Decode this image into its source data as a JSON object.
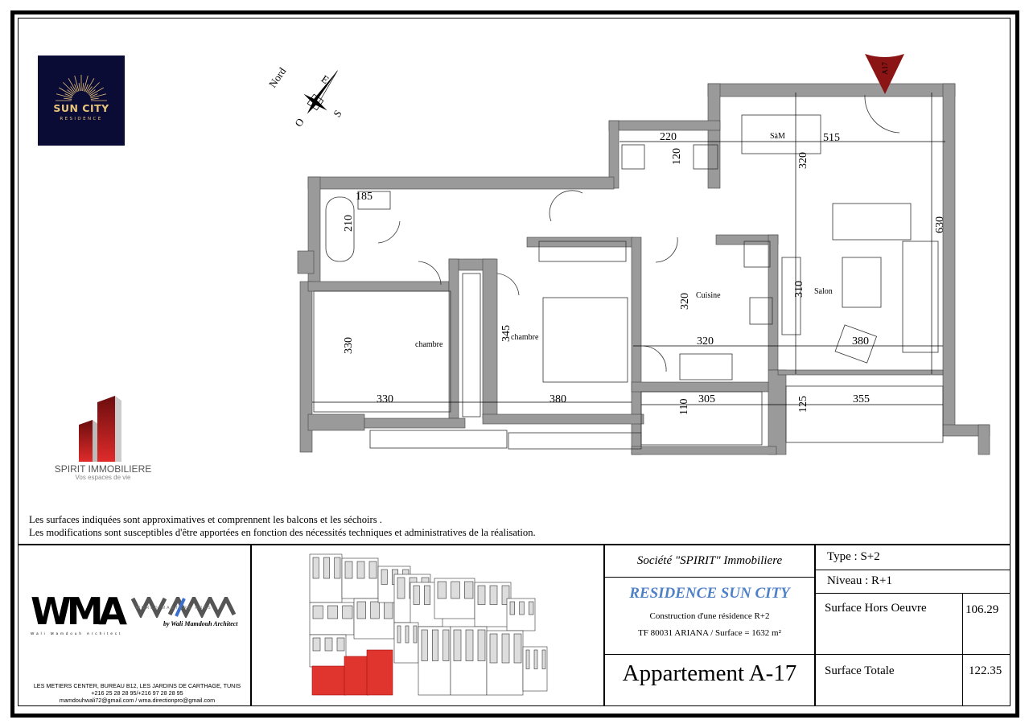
{
  "logos": {
    "sun_city": {
      "name": "SUN CITY",
      "sub": "RESIDENCE"
    },
    "spirit": {
      "name": "SPIRIT IMMOBILIERE",
      "tagline": "Vos espaces de vie"
    },
    "wma": {
      "mark": "WMA",
      "sub": "Wali Mamdouh Architect"
    },
    "wma2": {
      "sub": "WORLD MASTERS ARTS",
      "sig": "by Wali Mamdouh Architect"
    }
  },
  "compass": {
    "north": "Nord",
    "east": "E",
    "south": "S",
    "west": "O"
  },
  "entrance_tag": "A17",
  "plan": {
    "rooms": {
      "sam": "SàM",
      "salon": "Salon",
      "cuisine": "Cuisine",
      "chambre1": "chambre",
      "chambre2": "chambre"
    },
    "dims": {
      "wc_w": "220",
      "wc_h": "120",
      "sam_w": "515",
      "sam_h": "320",
      "salon_h": "630",
      "cuisine_h": "320",
      "cuisine_w": "320",
      "tv": "310",
      "salon_w": "380",
      "sdb_w": "185",
      "sdb_h": "210",
      "ch1_h": "330",
      "ch1_w": "330",
      "ch2_h": "345",
      "ch2_w": "380",
      "balc1_w": "305",
      "balc1_h": "110",
      "balc2_h": "125",
      "balc2_w": "355"
    },
    "colors": {
      "wall": "#9a9a9a",
      "highlight": "#e0342e",
      "tag": "#8b1414"
    }
  },
  "notes": [
    "Les surfaces indiquées sont approximatives et comprennent les balcons et les séchoirs .",
    "Les modifications sont susceptibles d'être apportées en fonction des nécessités techniques et administratives de la réalisation."
  ],
  "address": {
    "line1": "LES METIERS CENTER, BUREAU B12, LES JARDINS DE CARTHAGE, TUNIS",
    "line2": "+216 25 28 28 95/+216 97 28 28 95",
    "line3": "mamdouhwali72@gmail.com / wma.directionpro@gmail.com"
  },
  "title_block": {
    "company": "Société \"SPIRIT\" Immobiliere",
    "residence": "RESIDENCE SUN CITY",
    "construction": "Construction d'une résidence R+2",
    "tf": "TF 80031  ARIANA  / Surface = 1632 m²",
    "apartment": "Appartement A-17",
    "type": "Type :  S+2",
    "niveau": "Niveau : R+1",
    "sho_label": "Surface Hors Oeuvre",
    "sho_value": "106.29",
    "total_label": "Surface Totale",
    "total_value": "122.35"
  }
}
